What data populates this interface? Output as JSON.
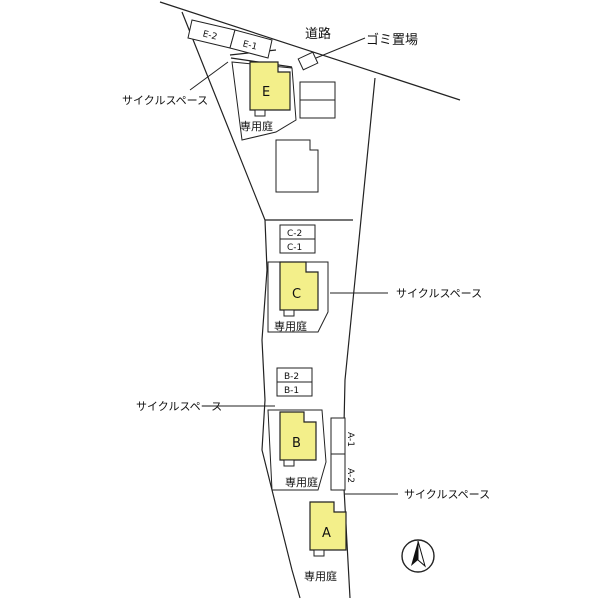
{
  "labels": {
    "road": "道路",
    "garbage": "ゴミ置場",
    "cycle_space_e": "サイクルスペース",
    "cycle_space_c": "サイクルスペース",
    "cycle_space_b": "サイクルスペース",
    "cycle_space_a": "サイクルスペース",
    "garden_e": "専用庭",
    "garden_c": "専用庭",
    "garden_b": "専用庭",
    "garden_a": "専用庭"
  },
  "buildings": {
    "e": "E",
    "c": "C",
    "b": "B",
    "a": "A"
  },
  "parking": {
    "e2": "E-2",
    "e1": "E-1",
    "c2": "C-2",
    "c1": "C-1",
    "b2": "B-2",
    "b1": "B-1",
    "a1": "A-1",
    "a2": "A-2"
  },
  "colors": {
    "building_fill": "#f3ef8a",
    "line": "#222222",
    "background": "#ffffff"
  }
}
